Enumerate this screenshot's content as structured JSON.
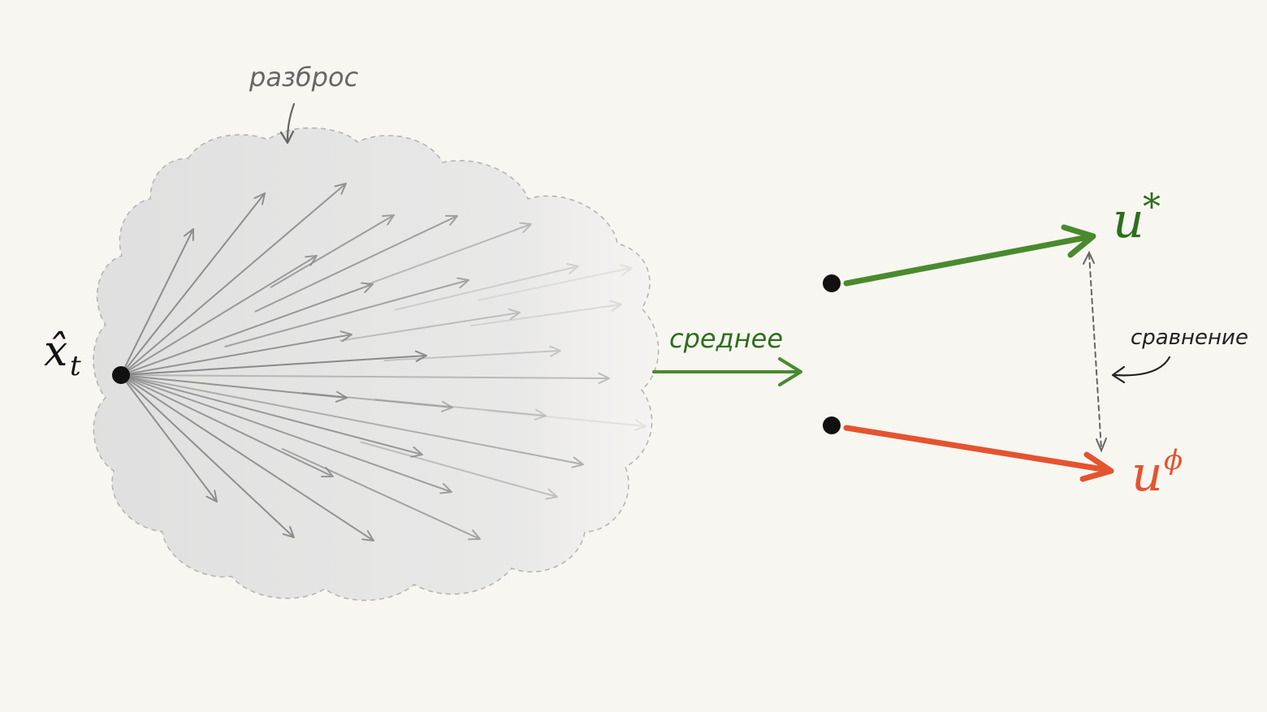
{
  "labels": {
    "origin": "x̂",
    "origin_sub": "t",
    "spread": "разброс",
    "mean": "среднее",
    "compare": "сравнение",
    "target_base": "u",
    "target_sup": "*",
    "model_base": "u",
    "model_sup": "ϕ"
  },
  "colors": {
    "background": "#f8f6f1",
    "cloud_fill": "#e6e6e6",
    "cloud_stroke": "#b8b8b8",
    "fan_arrow": "#7f7f7f",
    "green": "#4a8a2e",
    "green_label": "#2e6e1e",
    "red": "#e5532f",
    "ink": "#111111",
    "label_gray": "#666666"
  },
  "icons": {
    "origin_point": "black-dot",
    "fan_arrows": "arrow-icon",
    "callout": "curved-arrow-icon"
  }
}
